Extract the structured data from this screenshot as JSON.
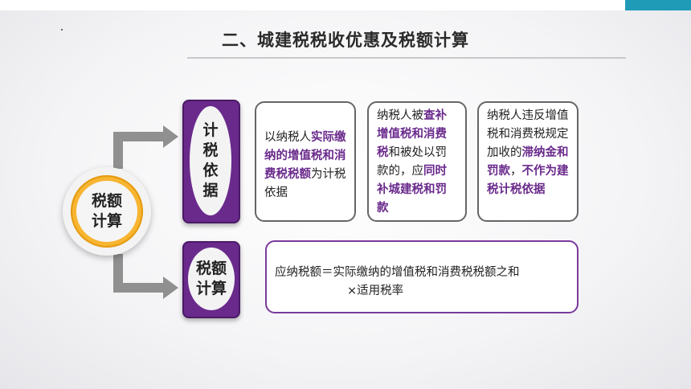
{
  "title": "二、城建税税收优惠及税额计算",
  "center": {
    "label_line1": "税额",
    "label_line2": "计算"
  },
  "basis": {
    "label_chars": [
      "计",
      "税",
      "依",
      "据"
    ]
  },
  "calc": {
    "label_line1": "税额",
    "label_line2": "计算"
  },
  "cards": [
    {
      "segments": [
        {
          "t": "以纳税人",
          "hl": false
        },
        {
          "t": "实际缴纳的增值税和消费税税额",
          "hl": true
        },
        {
          "t": "为计税依据",
          "hl": false
        }
      ]
    },
    {
      "segments": [
        {
          "t": "纳税人被",
          "hl": false
        },
        {
          "t": "查补增值税和消费税",
          "hl": true
        },
        {
          "t": "和被处以罚款的，应",
          "hl": false
        },
        {
          "t": "同时补城建税和罚款",
          "hl": true
        }
      ]
    },
    {
      "segments": [
        {
          "t": "纳税人违反增值税和消费税规定加收的",
          "hl": false
        },
        {
          "t": "滞纳金和罚款",
          "hl": true
        },
        {
          "t": "，",
          "hl": false
        },
        {
          "t": "不作为建税计税依据",
          "hl": true
        }
      ]
    }
  ],
  "formula": {
    "line1": "应纳税额＝实际缴纳的增值税和消费税税额之和",
    "line2": "×适用税率"
  },
  "colors": {
    "accent": "#6a2a8c",
    "highlight": "#6a2a8c",
    "ring": "#f7b531",
    "topbar": "#1f9bb7"
  }
}
